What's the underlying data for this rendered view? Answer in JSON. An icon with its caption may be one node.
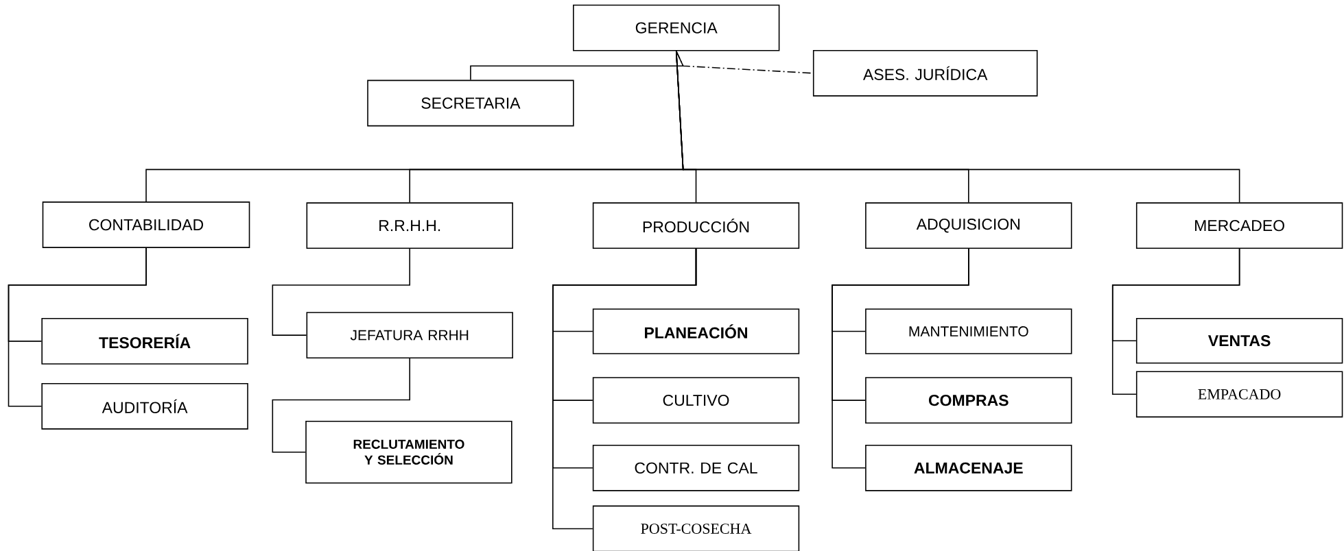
{
  "diagram": {
    "nodes": [
      {
        "text": [
          "GERENCIA"
        ]
      },
      {
        "text": [
          "SECRETARIA"
        ]
      },
      {
        "text": [
          "ASES. JURÍDICA"
        ]
      },
      {
        "text": [
          "CONTABILIDAD"
        ]
      },
      {
        "text": [
          "R.R.H.H."
        ]
      },
      {
        "text": [
          "PRODUCCIÓN"
        ]
      },
      {
        "text": [
          "ADQUISICION"
        ]
      },
      {
        "text": [
          "MERCADEO"
        ]
      },
      {
        "text": [
          "TESORERÍA"
        ]
      },
      {
        "text": [
          "AUDITORÍA"
        ]
      },
      {
        "text": [
          "JEFATURA RRHH"
        ]
      },
      {
        "text": [
          "RECLUTAMIENTO Y SELECCIÓN"
        ]
      },
      {
        "text": [
          "PLANEACIÓN"
        ]
      },
      {
        "text": [
          "CULTIVO"
        ]
      },
      {
        "text": [
          "CONTR. DE CAL"
        ]
      },
      {
        "text": [
          "POST-COSECHA"
        ]
      },
      {
        "text": [
          "MANTENIMIENTO"
        ]
      },
      {
        "text": [
          "COMPRAS"
        ]
      },
      {
        "text": [
          "ALMACENAJE"
        ]
      },
      {
        "text": [
          "VENTAS"
        ]
      },
      {
        "text": [
          "EMPACADO"
        ]
      }
    ],
    "edges": [
      {
        "from": 0,
        "to": 1,
        "arrow": "none"
      },
      {
        "from": 0,
        "to": 2,
        "arrow": "none",
        "style": "dashed"
      },
      {
        "from": 0,
        "to": 3,
        "arrow": "none"
      },
      {
        "from": 0,
        "to": 4,
        "arrow": "none"
      },
      {
        "from": 0,
        "to": 5,
        "arrow": "none"
      },
      {
        "from": 0,
        "to": 6,
        "arrow": "none"
      },
      {
        "from": 0,
        "to": 7,
        "arrow": "none"
      },
      {
        "from": 3,
        "to": 8,
        "arrow": "none"
      },
      {
        "from": 3,
        "to": 9,
        "arrow": "none"
      },
      {
        "from": 4,
        "to": 10,
        "arrow": "none"
      },
      {
        "from": 10,
        "to": 11,
        "arrow": "none"
      },
      {
        "from": 5,
        "to": 12,
        "arrow": "none"
      },
      {
        "from": 5,
        "to": 13,
        "arrow": "none"
      },
      {
        "from": 5,
        "to": 14,
        "arrow": "none"
      },
      {
        "from": 5,
        "to": 15,
        "arrow": "none"
      },
      {
        "from": 6,
        "to": 16,
        "arrow": "none"
      },
      {
        "from": 6,
        "to": 17,
        "arrow": "none"
      },
      {
        "from": 6,
        "to": 18,
        "arrow": "none"
      },
      {
        "from": 7,
        "to": 19,
        "arrow": "none"
      },
      {
        "from": 7,
        "to": 20,
        "arrow": "none"
      }
    ]
  }
}
